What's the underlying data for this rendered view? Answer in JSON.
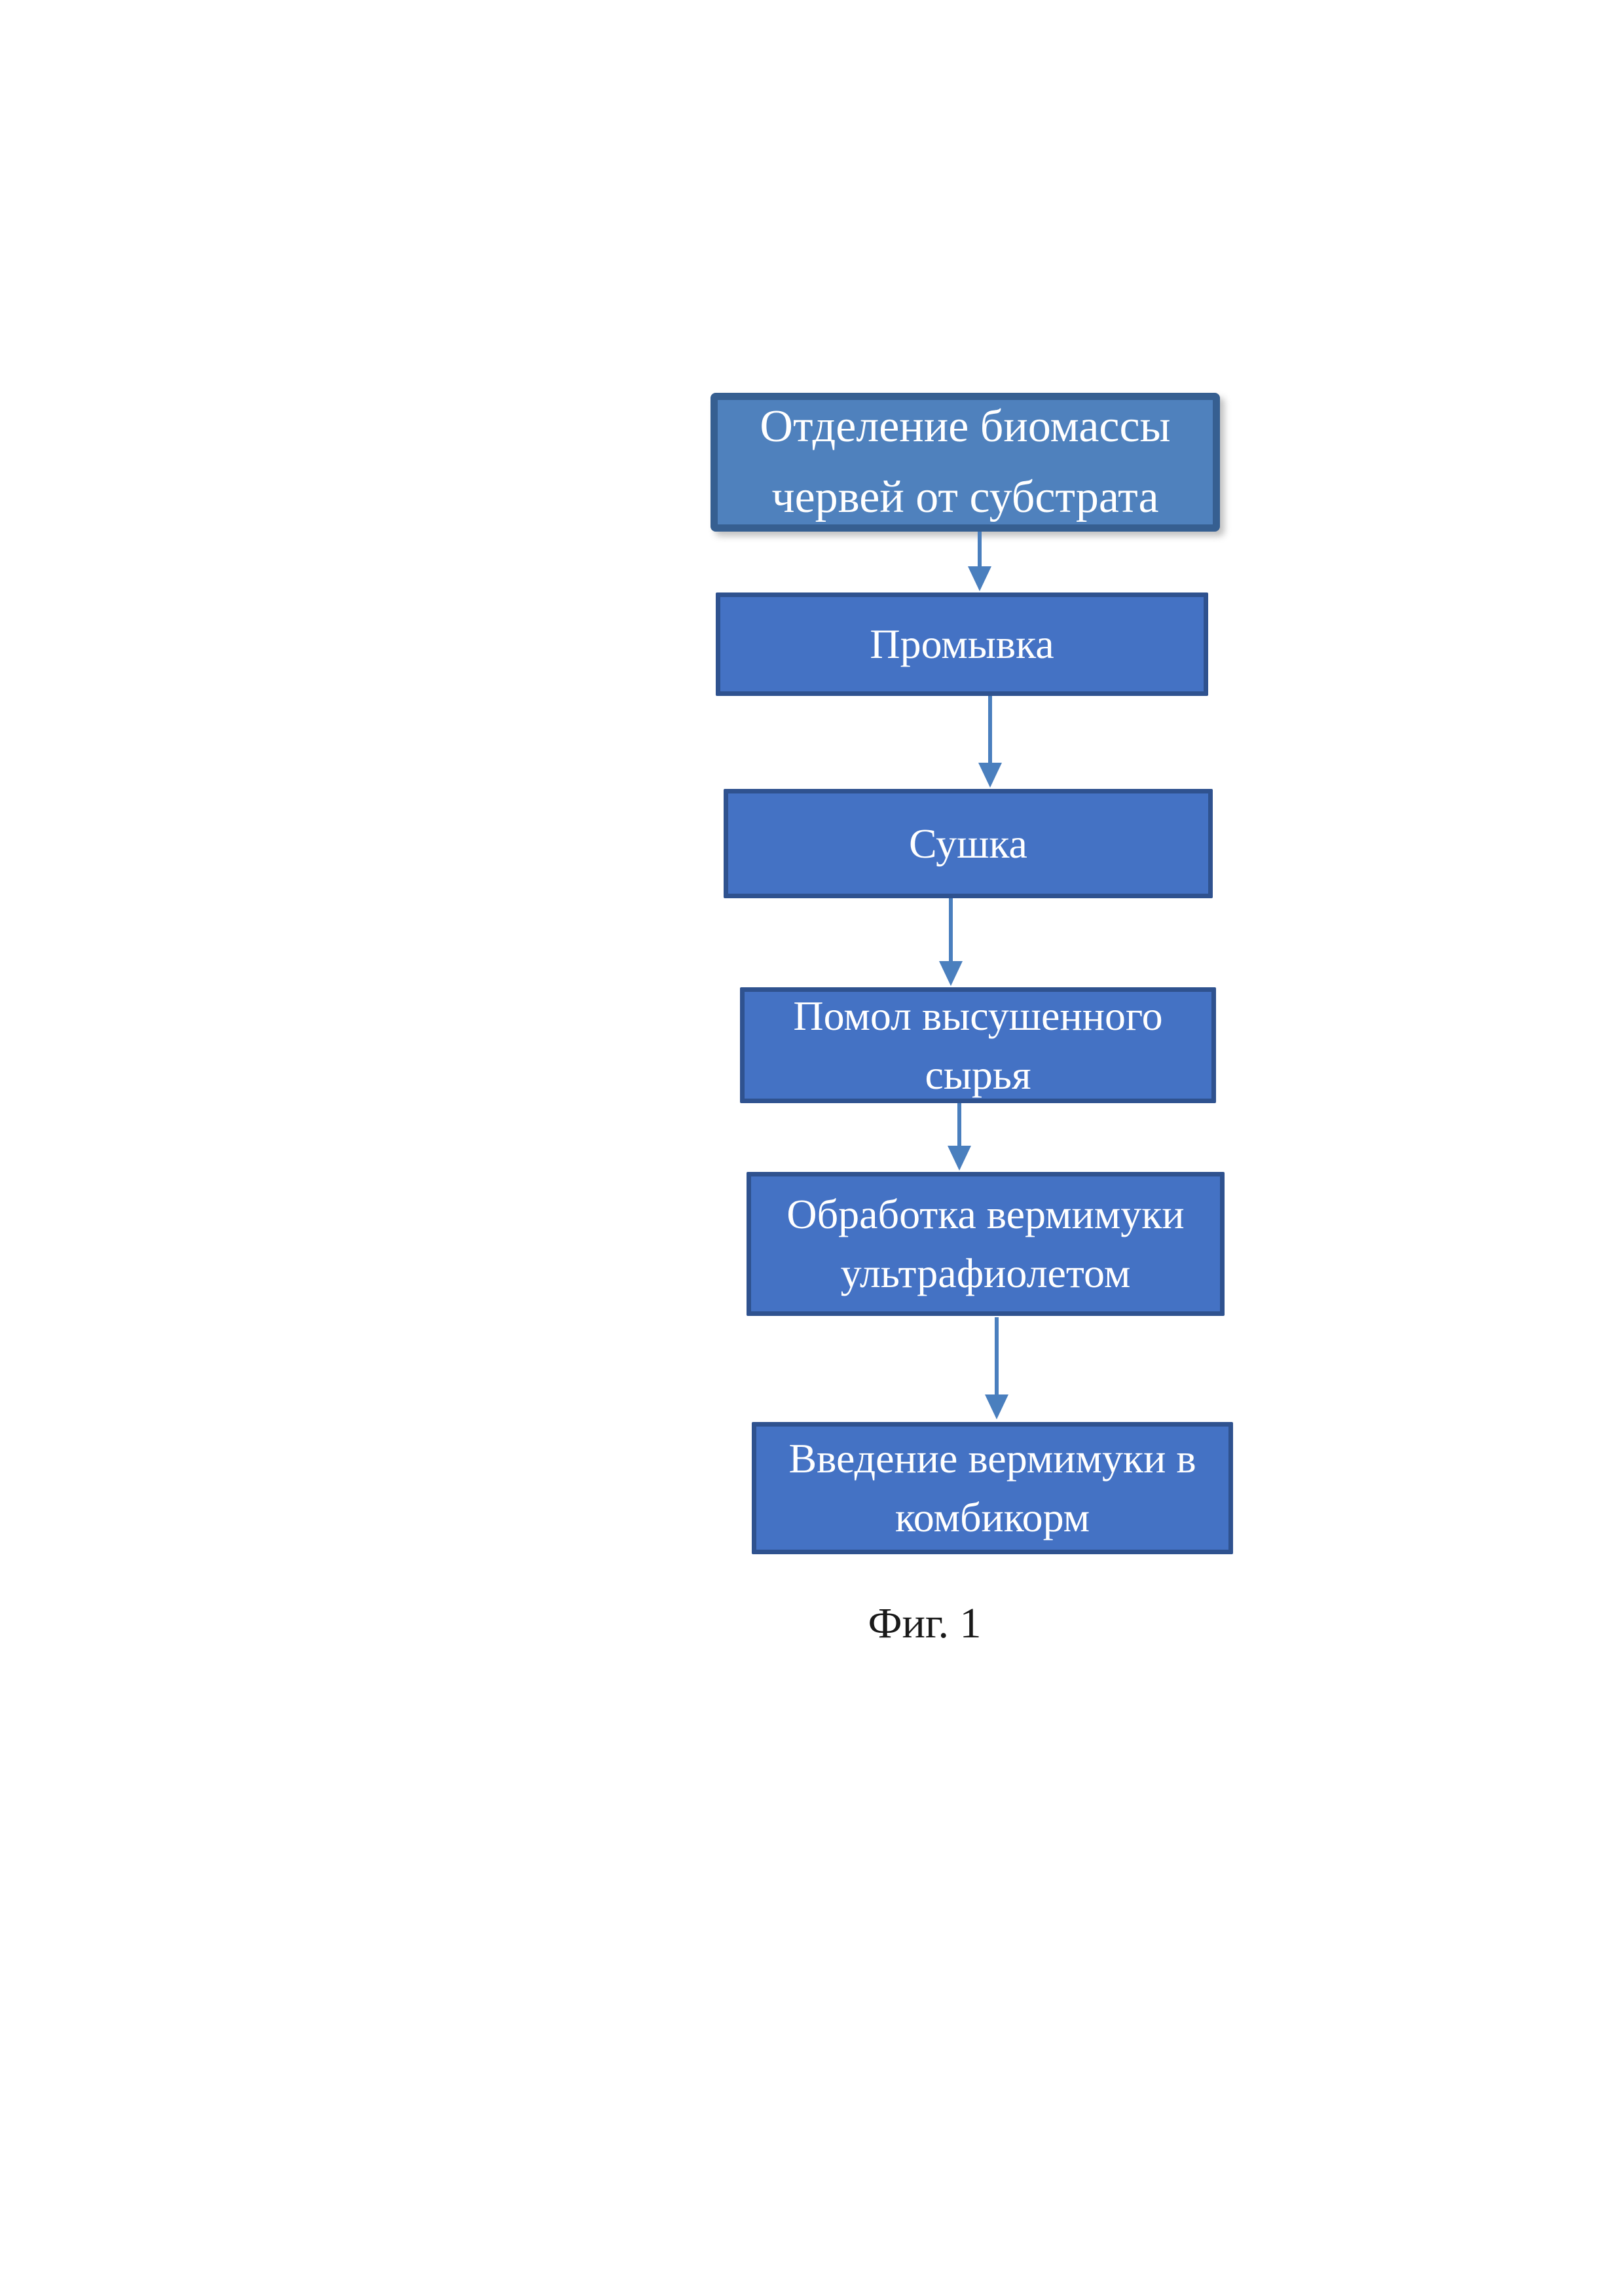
{
  "figure": {
    "caption": "Фиг. 1",
    "nodes": [
      {
        "label": "Отделение биомассы\nчервей от субстрата"
      },
      {
        "label": "Промывка"
      },
      {
        "label": "Сушка"
      },
      {
        "label": "Помол высушенного\nсырья"
      },
      {
        "label": "Обработка вермимуки\nультрафиолетом"
      },
      {
        "label": "Введение вермимуки в\nкомбикорм"
      }
    ],
    "colors": {
      "start_node_fill": "#4f81bd",
      "start_node_border": "#365f91",
      "step_node_fill": "#4472c4",
      "step_node_border": "#2f528f",
      "arrow": "#4a7fbe",
      "node_text": "#ffffff",
      "caption_text": "#1a1a1a"
    }
  }
}
